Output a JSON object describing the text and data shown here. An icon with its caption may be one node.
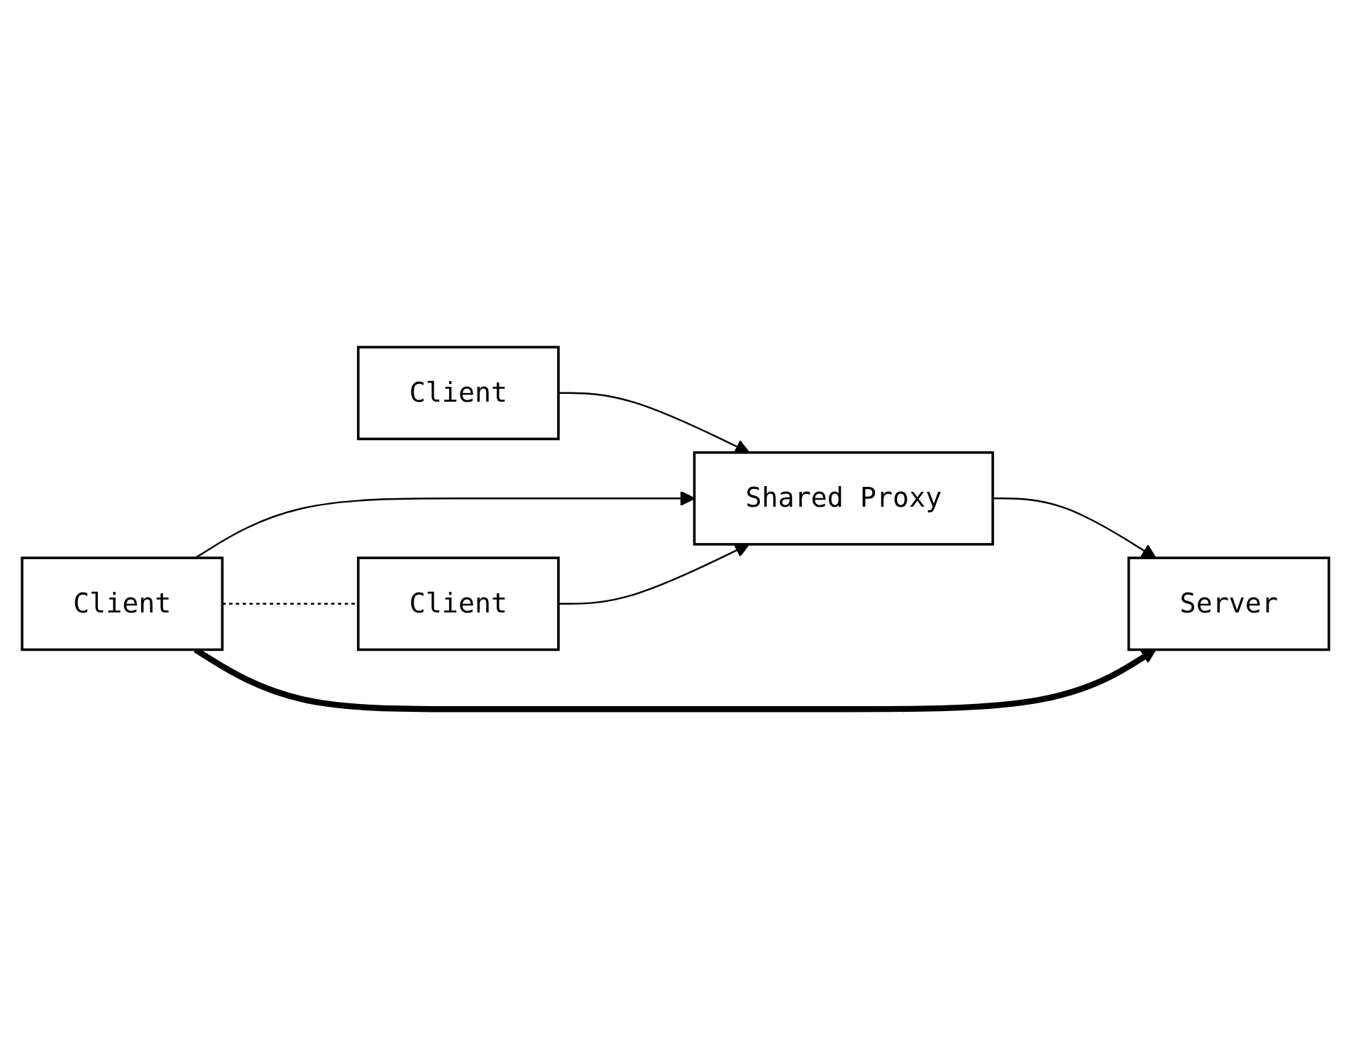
{
  "diagram": {
    "nodes": [
      {
        "text": [
          "Client"
        ]
      },
      {
        "text": [
          "Client"
        ]
      },
      {
        "text": [
          "Shared Proxy"
        ]
      },
      {
        "text": [
          "Server"
        ]
      },
      {
        "text": [
          "Client"
        ]
      }
    ],
    "edges": [
      {
        "from": 0,
        "to": 2,
        "arrow": "to"
      },
      {
        "from": 1,
        "to": 2,
        "arrow": "to"
      },
      {
        "from": 2,
        "to": 3,
        "arrow": "to"
      },
      {
        "from": 1,
        "to": 3,
        "arrow": "to",
        "style": "thick"
      },
      {
        "from": 1,
        "to": 4,
        "arrow": "none",
        "style": "dashed"
      },
      {
        "from": 4,
        "to": 2,
        "arrow": "to"
      }
    ]
  }
}
